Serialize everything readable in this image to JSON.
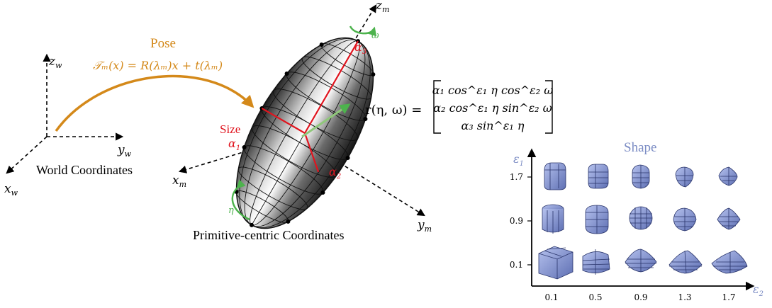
{
  "world": {
    "caption": "World Coordinates",
    "axis_z": "z",
    "axis_z_sub": "w",
    "axis_y": "y",
    "axis_y_sub": "w",
    "axis_x": "x",
    "axis_x_sub": "w"
  },
  "pose": {
    "title": "Pose",
    "formula": "𝒯ₘ(x) = R(λₘ)x + t(λₘ)"
  },
  "primitive": {
    "caption": "Primitive-centric Coordinates",
    "axis_z": "z",
    "axis_z_sub": "m",
    "axis_y": "y",
    "axis_y_sub": "m",
    "axis_x": "x",
    "axis_x_sub": "m",
    "size_label": "Size",
    "alpha1": "α",
    "alpha1_sub": "1",
    "alpha2": "α",
    "alpha2_sub": "2",
    "alpha3": "α",
    "alpha3_sub": "3",
    "eta": "η",
    "omega": "ω"
  },
  "equation": {
    "lhs": "r(η, ω) =",
    "row1": "α₁ cos^ε₁ η cos^ε₂ ω",
    "row2": "α₂ cos^ε₁ η sin^ε₂ ω",
    "row3": "α₃ sin^ε₁ η"
  },
  "shape_grid": {
    "title": "Shape",
    "y_axis_label": "ε",
    "y_axis_sub": "1",
    "x_axis_label": "ε",
    "x_axis_sub": "2",
    "y_ticks": [
      "1.7",
      "0.9",
      "0.1"
    ],
    "x_ticks": [
      "0.1",
      "0.5",
      "0.9",
      "1.3",
      "1.7"
    ]
  },
  "colors": {
    "pose": "#d4891a",
    "size": "#e0141e",
    "rotation_arrow": "#4db34d",
    "shape_label": "#7b8cc4",
    "shape_fill": "#8e9fd8"
  }
}
